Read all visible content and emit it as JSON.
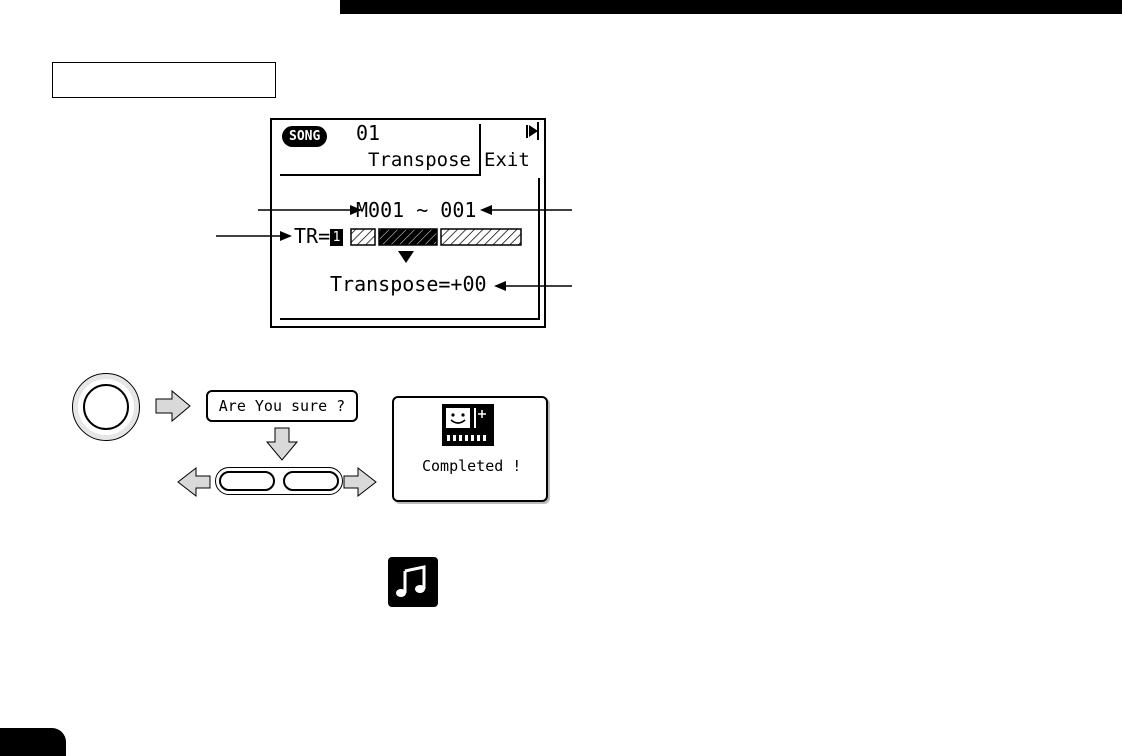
{
  "lcd": {
    "badge": "SONG",
    "song_number": "01",
    "title": "Transpose",
    "exit": "Exit",
    "range": "M001 ~ 001",
    "track_label": "TR=",
    "track_number": "1",
    "transpose": "Transpose=+00"
  },
  "dialog": {
    "confirm": "Are You sure ?",
    "completed": "Completed !"
  },
  "icons": {
    "execute": "execute-button-icon",
    "device": "completed-device-icon",
    "note": "music-note-icon"
  },
  "colors": {
    "primary": "#000000",
    "arrow_fill": "#d9d9d9",
    "background": "#ffffff"
  }
}
